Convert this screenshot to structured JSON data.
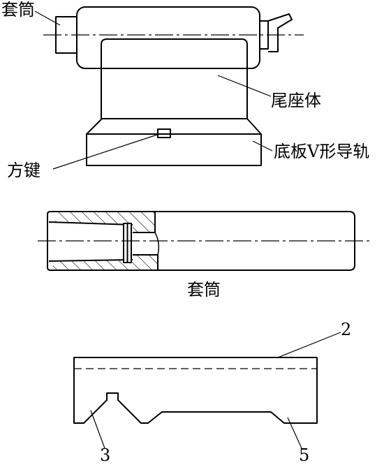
{
  "tailstock": {
    "sleeve_label": "套筒",
    "body_label": "尾座体",
    "key_label": "方键",
    "base_label": "底板V形导轨"
  },
  "sleeve_section": {
    "caption": "套筒"
  },
  "base_plate": {
    "callout_2": "2",
    "callout_3": "3",
    "callout_5": "5"
  },
  "colors": {
    "stroke": "#000000",
    "background": "#ffffff"
  }
}
